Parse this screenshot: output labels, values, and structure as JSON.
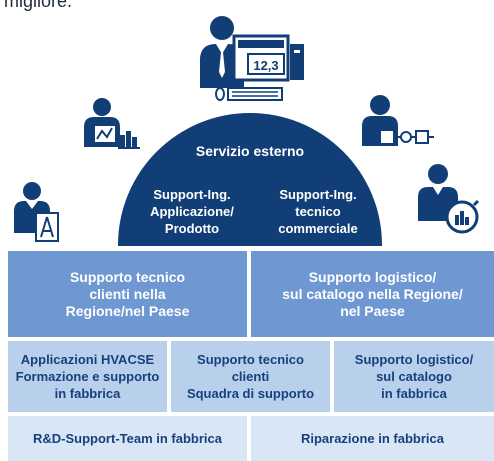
{
  "intro_fragment": "migliore.",
  "dome": {
    "title": "Servizio esterno",
    "left_lines": [
      "Support-Ing.",
      "Applicazione/",
      "Prodotto"
    ],
    "right_lines": [
      "Support-Ing.",
      "tecnico",
      "commerciale"
    ]
  },
  "row1": [
    {
      "lines": [
        "Supporto tecnico",
        "clienti nella",
        "Regione/nel Paese"
      ]
    },
    {
      "lines": [
        "Supporto logistico/",
        "sul catalogo nella Regione/",
        "nel Paese"
      ]
    }
  ],
  "row2": [
    {
      "lines": [
        "Applicazioni HVACSE",
        "Formazione e supporto",
        "in fabbrica"
      ]
    },
    {
      "lines": [
        "Supporto tecnico",
        "clienti",
        "Squadra di supporto"
      ]
    },
    {
      "lines": [
        "Supporto logistico/",
        "sul catalogo",
        "in fabbrica"
      ]
    }
  ],
  "row3": [
    {
      "lines": [
        "R&D-Support-Team in fabbrica"
      ]
    },
    {
      "lines": [
        "Riparazione in fabbrica"
      ]
    }
  ],
  "monitor_value": "12,3",
  "colors": {
    "dark_blue": "#123e78",
    "mid_blue": "#6f98d3",
    "light_blue": "#b9d0ed",
    "pale_blue": "#d9e6f6"
  },
  "icons": [
    "person-laptop-icon",
    "person-dashboard-icon",
    "person-schematic-icon",
    "person-compass-icon",
    "person-cycle-icon"
  ]
}
